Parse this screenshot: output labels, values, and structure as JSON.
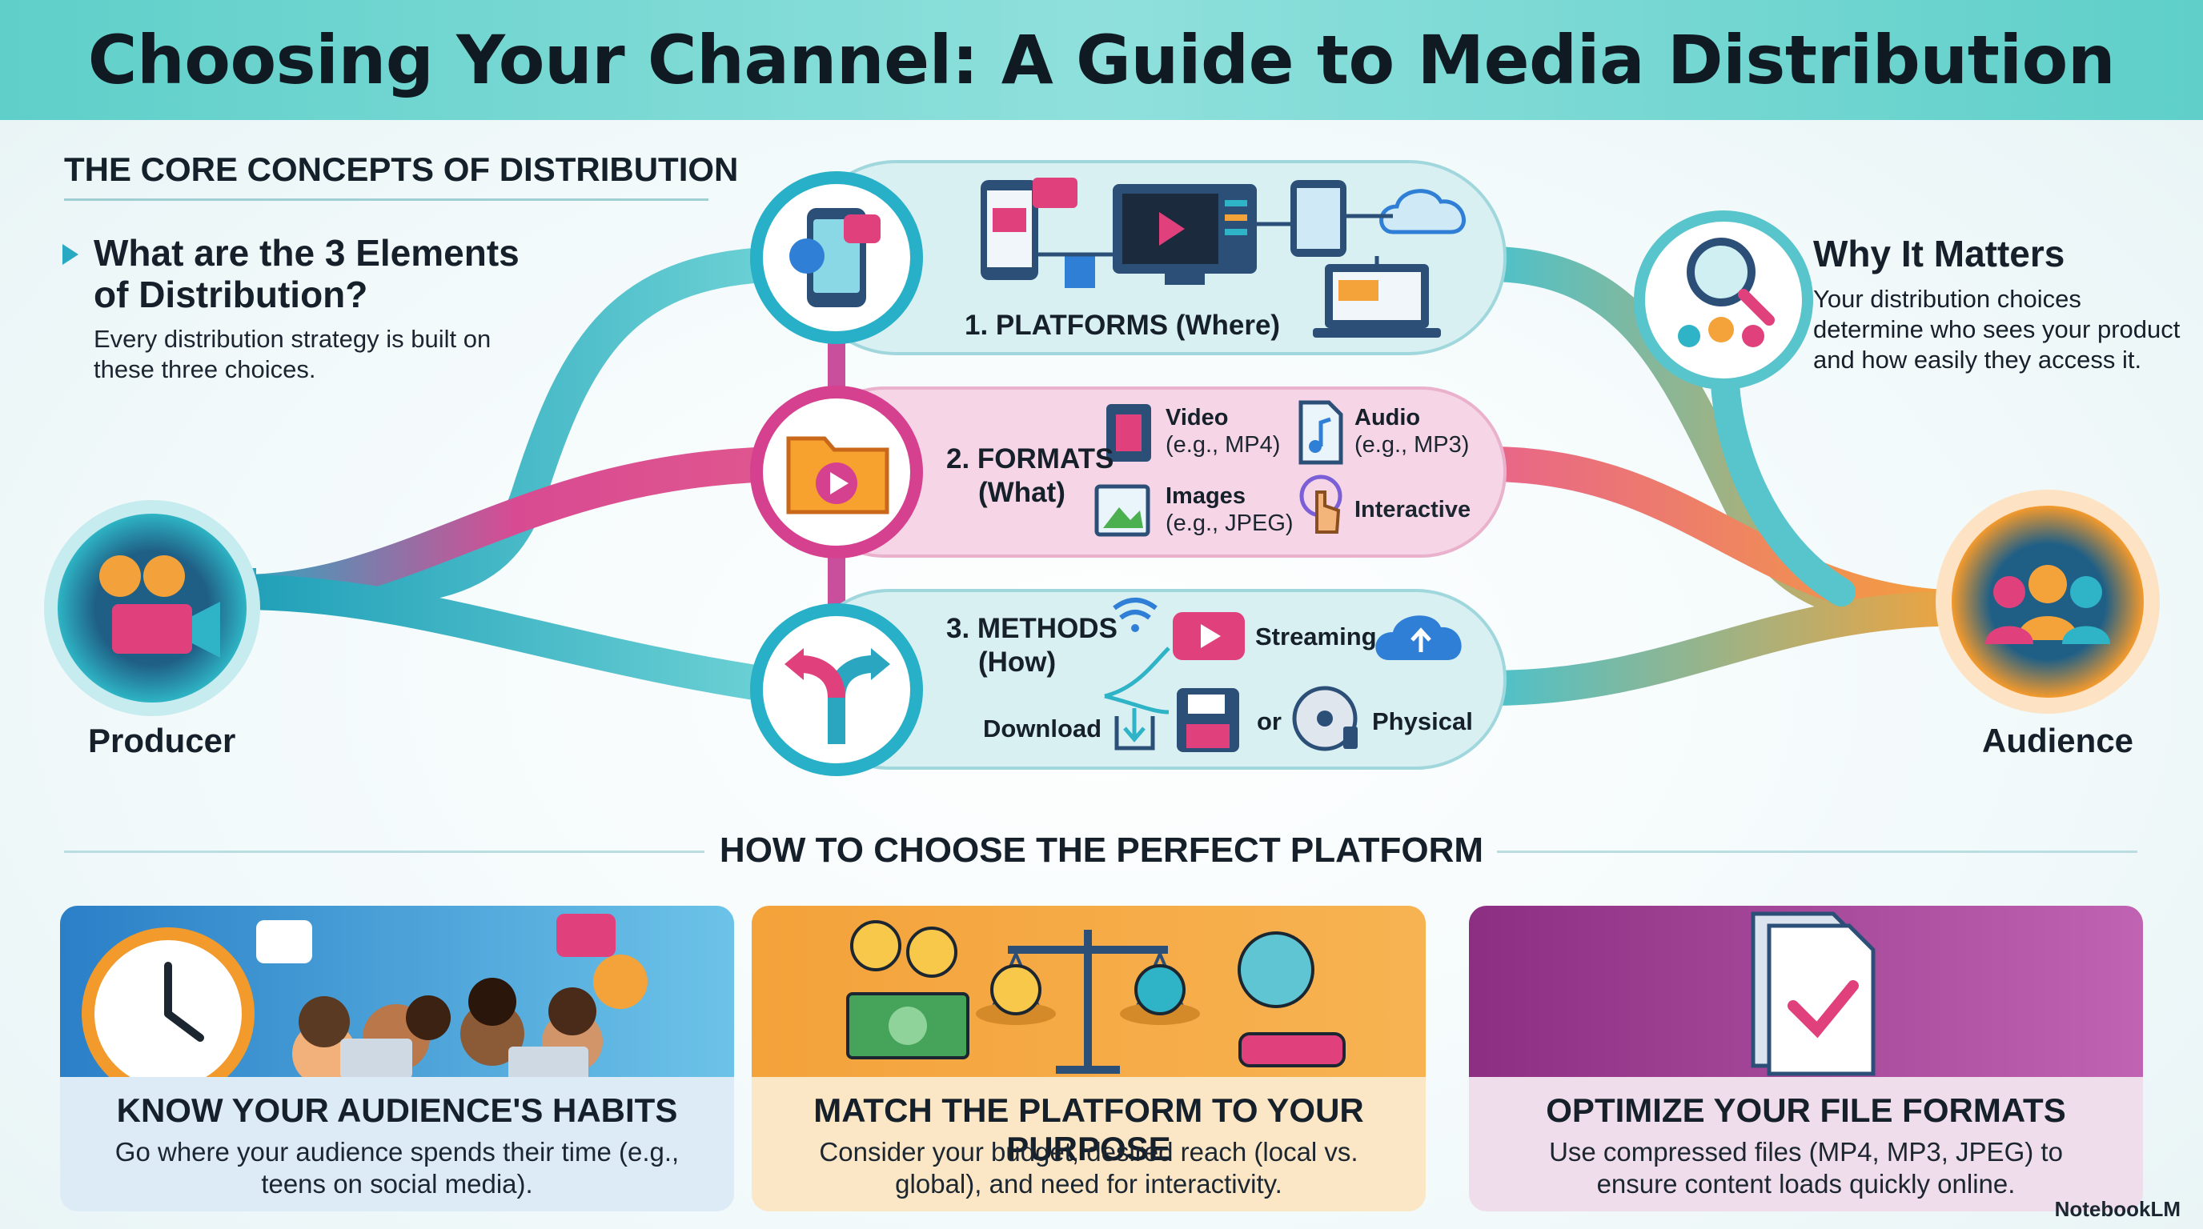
{
  "title": "Choosing Your Channel: A Guide to Media Distribution",
  "core": {
    "heading": "THE CORE CONCEPTS OF DISTRIBUTION",
    "question": "What are the 3 Elements of Distribution?",
    "question_line1": "What are the 3 Elements",
    "question_line2": "of Distribution?",
    "text": "Every distribution strategy is built on these three choices."
  },
  "producer_label": "Producer",
  "audience_label": "Audience",
  "why": {
    "title": "Why It Matters",
    "text": "Your distribution choices determine who sees your product and how easily they access it."
  },
  "platforms": {
    "label": "1. PLATFORMS (Where)"
  },
  "formats": {
    "label_line1": "2. FORMATS",
    "label_line2": "(What)",
    "items": [
      {
        "name": "Video",
        "example": "(e.g., MP4)"
      },
      {
        "name": "Audio",
        "example": "(e.g., MP3)"
      },
      {
        "name": "Images",
        "example": "(e.g., JPEG)"
      },
      {
        "name": "Interactive",
        "example": ""
      }
    ]
  },
  "methods": {
    "label_line1": "3. METHODS",
    "label_line2": "(How)",
    "streaming": "Streaming",
    "download": "Download",
    "or": "or",
    "physical": "Physical"
  },
  "section2": {
    "heading": "HOW TO CHOOSE THE PERFECT PLATFORM",
    "cards": [
      {
        "title": "KNOW YOUR AUDIENCE'S HABITS",
        "text": "Go where your audience spends their time (e.g., teens on social media)."
      },
      {
        "title": "MATCH THE PLATFORM TO YOUR PURPOSE",
        "text": "Consider your budget, desired reach (local vs. global), and need for interactivity."
      },
      {
        "title": "OPTIMIZE YOUR FILE FORMATS",
        "text": "Use compressed files (MP4, MP3, JPEG) to ensure content loads quickly online."
      }
    ]
  },
  "brand": "NotebookLM",
  "colors": {
    "teal": "#2fb3c6",
    "magenta": "#d63a8a",
    "orange": "#f39a2c",
    "purple": "#9a3d8e",
    "blue_card": "#3b8fd0"
  },
  "icons": [
    "film-camera-icon",
    "smartphone-social-icon",
    "folder-play-icon",
    "split-arrow-icon",
    "magnifier-people-icon",
    "audience-group-icon",
    "clock-icon",
    "scale-icon",
    "document-check-icon"
  ]
}
